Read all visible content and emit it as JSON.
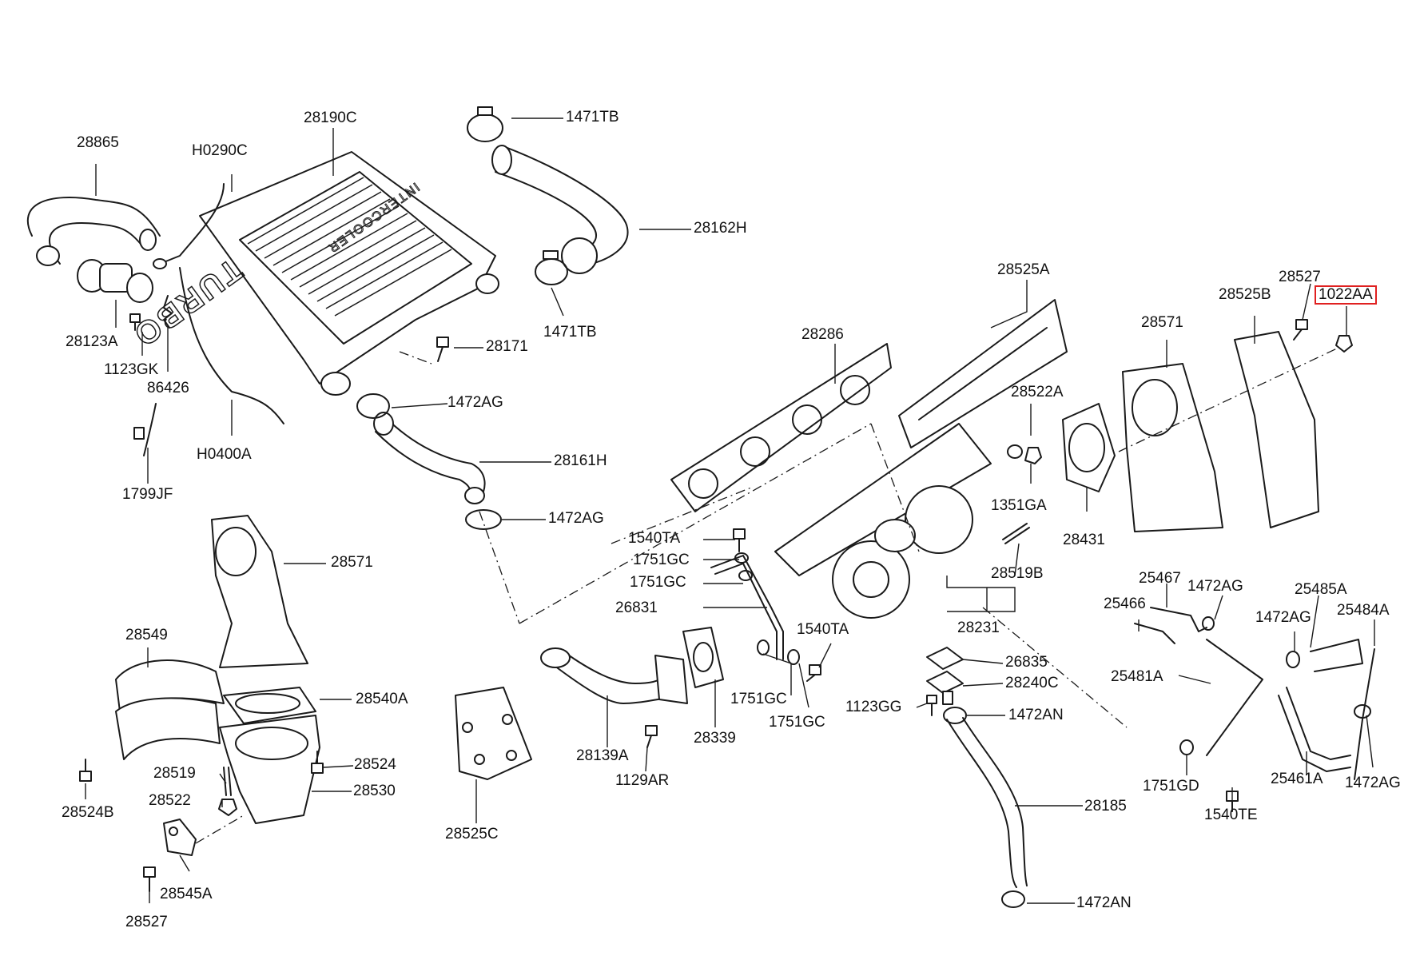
{
  "colors": {
    "line": "#1a1a1a",
    "label": "#111111",
    "highlight_box": "#e02020",
    "background": "#ffffff"
  },
  "embossed_text": {
    "intercooler": "INTERCOOLER",
    "turbo": "TURBO"
  },
  "labels": [
    {
      "id": "l28865",
      "text": "28865"
    },
    {
      "id": "l28190C",
      "text": "28190C"
    },
    {
      "id": "l1471TB_a",
      "text": "1471TB"
    },
    {
      "id": "lH0290C",
      "text": "H0290C"
    },
    {
      "id": "l28162H",
      "text": "28162H"
    },
    {
      "id": "l1471TB_b",
      "text": "1471TB"
    },
    {
      "id": "l28123A",
      "text": "28123A"
    },
    {
      "id": "l1123GK",
      "text": "1123GK"
    },
    {
      "id": "l86426",
      "text": "86426"
    },
    {
      "id": "l28171",
      "text": "28171"
    },
    {
      "id": "l1472AG_a",
      "text": "1472AG"
    },
    {
      "id": "lH0400A",
      "text": "H0400A"
    },
    {
      "id": "l28161H",
      "text": "28161H"
    },
    {
      "id": "l1799JF",
      "text": "1799JF"
    },
    {
      "id": "l1472AG_b",
      "text": "1472AG"
    },
    {
      "id": "l28525A",
      "text": "28525A"
    },
    {
      "id": "l28527_a",
      "text": "28527"
    },
    {
      "id": "l28525B",
      "text": "28525B"
    },
    {
      "id": "l1022AA",
      "text": "1022AA"
    },
    {
      "id": "l28571_a",
      "text": "28571"
    },
    {
      "id": "l28286",
      "text": "28286"
    },
    {
      "id": "l28522A",
      "text": "28522A"
    },
    {
      "id": "l1351GA",
      "text": "1351GA"
    },
    {
      "id": "l28431",
      "text": "28431"
    },
    {
      "id": "l1540TA_a",
      "text": "1540TA"
    },
    {
      "id": "l1751GC_a",
      "text": "1751GC"
    },
    {
      "id": "l1751GC_b",
      "text": "1751GC"
    },
    {
      "id": "l26831",
      "text": "26831"
    },
    {
      "id": "l28519B",
      "text": "28519B"
    },
    {
      "id": "l28571_b",
      "text": "28571"
    },
    {
      "id": "l28231",
      "text": "28231"
    },
    {
      "id": "l1540TA_b",
      "text": "1540TA"
    },
    {
      "id": "l25467",
      "text": "25467"
    },
    {
      "id": "l1472AG_c",
      "text": "1472AG"
    },
    {
      "id": "l25485A",
      "text": "25485A"
    },
    {
      "id": "l25466",
      "text": "25466"
    },
    {
      "id": "l1472AG_d",
      "text": "1472AG"
    },
    {
      "id": "l25484A",
      "text": "25484A"
    },
    {
      "id": "l28549",
      "text": "28549"
    },
    {
      "id": "l26835",
      "text": "26835"
    },
    {
      "id": "l28240C",
      "text": "28240C"
    },
    {
      "id": "l25481A",
      "text": "25481A"
    },
    {
      "id": "l28540A",
      "text": "28540A"
    },
    {
      "id": "l1751GC_c",
      "text": "1751GC"
    },
    {
      "id": "l1123GG",
      "text": "1123GG"
    },
    {
      "id": "l1751GC_d",
      "text": "1751GC"
    },
    {
      "id": "l1472AN_a",
      "text": "1472AN"
    },
    {
      "id": "l28339",
      "text": "28339"
    },
    {
      "id": "l28524",
      "text": "28524"
    },
    {
      "id": "l28139A",
      "text": "28139A"
    },
    {
      "id": "l28519",
      "text": "28519"
    },
    {
      "id": "l25461A",
      "text": "25461A"
    },
    {
      "id": "l1472AG_e",
      "text": "1472AG"
    },
    {
      "id": "l1129AR",
      "text": "1129AR"
    },
    {
      "id": "l28530",
      "text": "28530"
    },
    {
      "id": "l1751GD",
      "text": "1751GD"
    },
    {
      "id": "l28522",
      "text": "28522"
    },
    {
      "id": "l28524B",
      "text": "28524B"
    },
    {
      "id": "l28185",
      "text": "28185"
    },
    {
      "id": "l1540TE",
      "text": "1540TE"
    },
    {
      "id": "l28525C",
      "text": "28525C"
    },
    {
      "id": "l28545A",
      "text": "28545A"
    },
    {
      "id": "l1472AN_b",
      "text": "1472AN"
    },
    {
      "id": "l28527_b",
      "text": "28527"
    }
  ]
}
